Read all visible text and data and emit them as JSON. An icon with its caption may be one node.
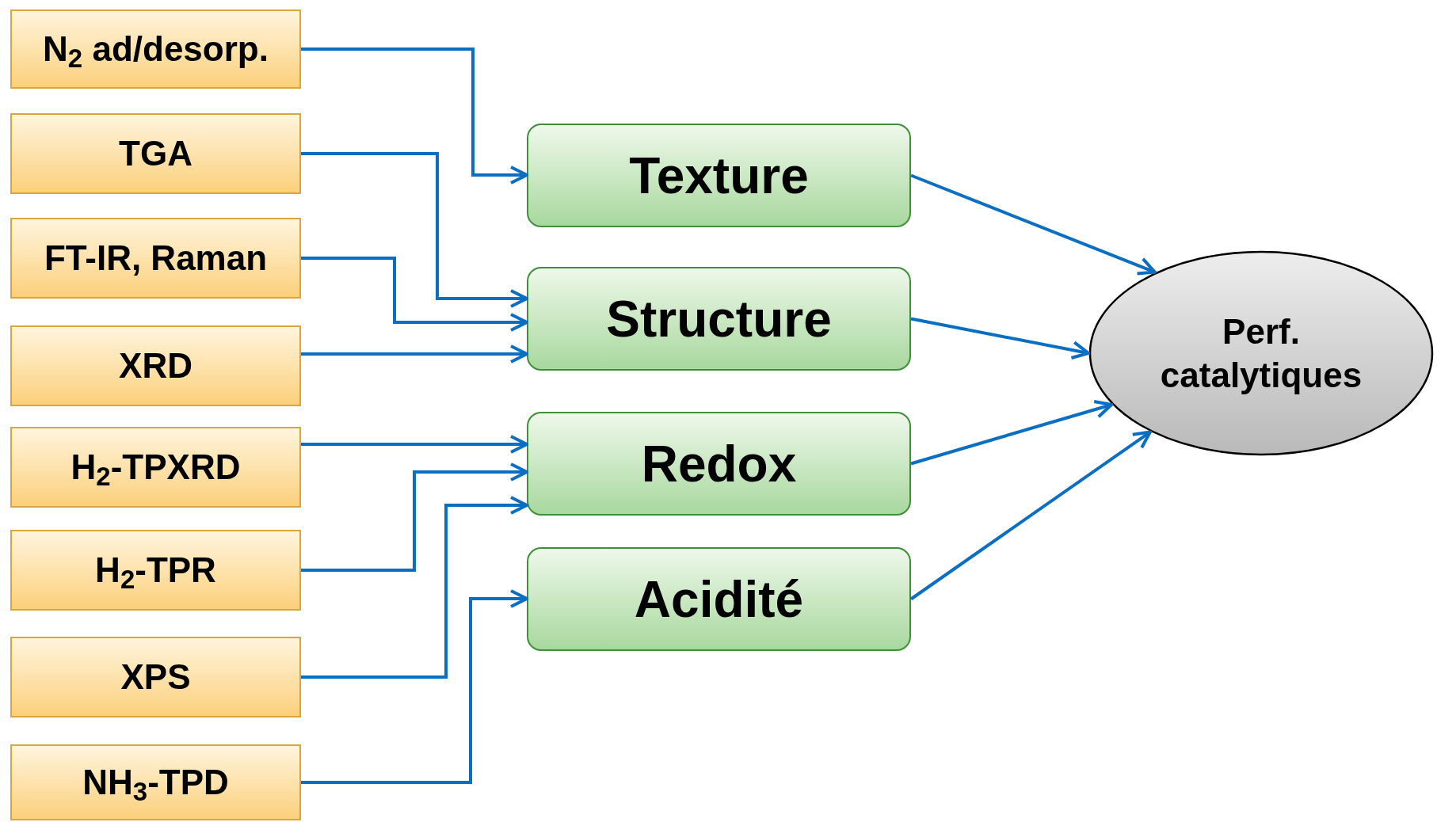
{
  "diagram": {
    "nodes": [
      {
        "text": [
          "N$_{2}$ ad/desorp."
        ]
      },
      {
        "text": [
          "TGA"
        ]
      },
      {
        "text": [
          "FT-IR, Raman"
        ]
      },
      {
        "text": [
          "XRD"
        ]
      },
      {
        "text": [
          "H$_{2}$-TPXRD"
        ]
      },
      {
        "text": [
          "H$_{2}$-TPR"
        ]
      },
      {
        "text": [
          "XPS"
        ]
      },
      {
        "text": [
          "NH$_{3}$-TPD"
        ]
      },
      {
        "text": [
          "Texture"
        ]
      },
      {
        "text": [
          "Structure"
        ]
      },
      {
        "text": [
          "Redox"
        ]
      },
      {
        "text": [
          "Acidité"
        ]
      },
      {
        "text": [
          "Perf. catalytiques"
        ]
      }
    ],
    "edges": [
      {
        "from": 0,
        "to": 8,
        "arrow": "to"
      },
      {
        "from": 1,
        "to": 9,
        "arrow": "to"
      },
      {
        "from": 2,
        "to": 9,
        "arrow": "to"
      },
      {
        "from": 3,
        "to": 9,
        "arrow": "to"
      },
      {
        "from": 4,
        "to": 10,
        "arrow": "to"
      },
      {
        "from": 5,
        "to": 10,
        "arrow": "to"
      },
      {
        "from": 6,
        "to": 10,
        "arrow": "to"
      },
      {
        "from": 7,
        "to": 11,
        "arrow": "to"
      },
      {
        "from": 8,
        "to": 12,
        "arrow": "to"
      },
      {
        "from": 9,
        "to": 12,
        "arrow": "to"
      },
      {
        "from": 10,
        "to": 12,
        "arrow": "to"
      },
      {
        "from": 11,
        "to": 12,
        "arrow": "to"
      }
    ]
  }
}
